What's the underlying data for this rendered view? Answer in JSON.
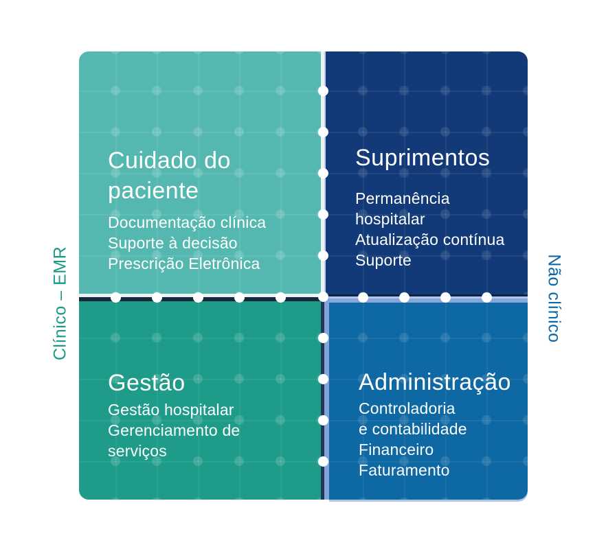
{
  "axes": {
    "left_label": "Clínico – EMR",
    "left_color": "#1a9a89",
    "right_label": "Não clínico",
    "right_color": "#0e67a8"
  },
  "quadrants": {
    "patient_care": {
      "title": "Cuidado do\npaciente",
      "items": [
        "Documentação clínica",
        "Suporte à decisão",
        "Prescrição Eletrônica"
      ],
      "color": "#55b8b0"
    },
    "supplies": {
      "title": "Suprimentos",
      "items": [
        "Permanência\nhospitalar",
        "Atualização contínua",
        "Suporte"
      ],
      "color": "#123a78"
    },
    "management": {
      "title": "Gestão",
      "items": [
        "Gestão hospitalar",
        "Gerenciamento de\nserviços"
      ],
      "color": "#1e9c89"
    },
    "administration": {
      "title": "Administração",
      "items": [
        "Controladoria\ne contabilidade",
        "Financeiro",
        "Faturamento"
      ],
      "color": "#0e68a4"
    }
  },
  "style_colors": {
    "divider_white": "#eaf3f2",
    "divider_dark": "#15293d",
    "divider_periwinkle": "#87a6da",
    "marker_dot": "#ffffff"
  }
}
